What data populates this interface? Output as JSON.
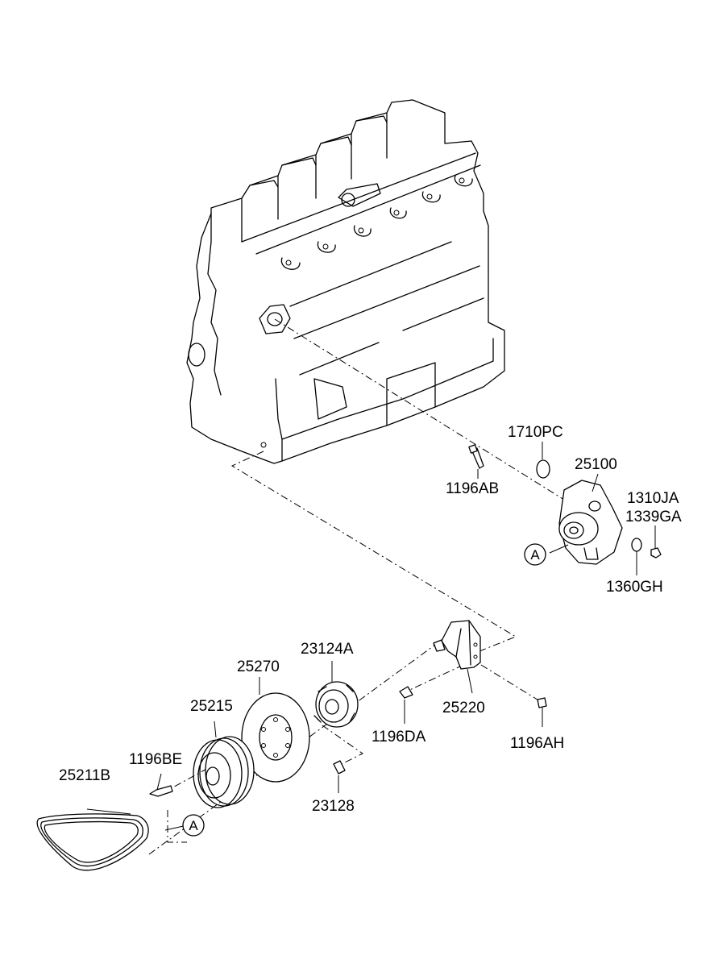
{
  "diagram": {
    "labels": {
      "p1710PC": "1710PC",
      "p25100": "25100",
      "p1196AB": "1196AB",
      "p1310JA": "1310JA",
      "p1339GA": "1339GA",
      "p1360GH": "1360GH",
      "p23124A": "23124A",
      "p25270": "25270",
      "p25215": "25215",
      "p1196BE": "1196BE",
      "p25211B": "25211B",
      "p25220": "25220",
      "p1196DA": "1196DA",
      "p1196AH": "1196AH",
      "p23128": "23128"
    },
    "callouts": {
      "upper": "A",
      "lower": "A"
    }
  }
}
